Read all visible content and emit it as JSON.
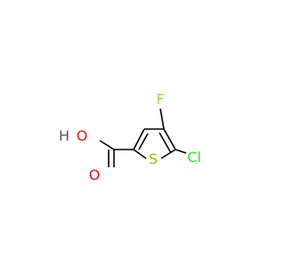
{
  "molecule": {
    "atoms": {
      "fluorine": {
        "symbol": "F"
      },
      "chlorine": {
        "symbol": "Cl"
      },
      "sulfur": {
        "symbol": "S"
      },
      "carbonyl_oxygen": {
        "symbol": "O"
      },
      "hydroxyl_oxygen": {
        "symbol": "O"
      },
      "hydroxyl_hydrogen": {
        "symbol": "H"
      }
    },
    "colors": {
      "bond": "#000000",
      "fluorine": "#90e050",
      "chlorine": "#1ff01f",
      "sulfur": "#b2b200",
      "oxygen": "#ff0d0d",
      "hydrogen": "#555555"
    }
  }
}
